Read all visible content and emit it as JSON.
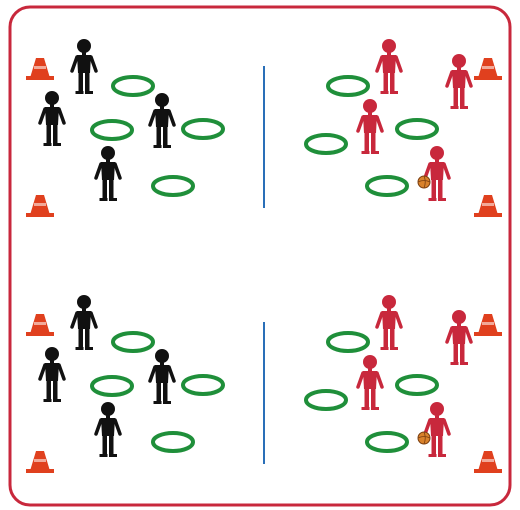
{
  "colors": {
    "border": "#c8283c",
    "team_black": "#111111",
    "team_red": "#c8283c",
    "hoop": "#1f8f3a",
    "cone": "#e0401e",
    "divider": "#2a6fb8",
    "ball": "#d9822b"
  },
  "panels": [
    {
      "id": "top-half",
      "left_team": "black",
      "right_team": "red",
      "ball_holder": "right-team-player-4"
    },
    {
      "id": "bottom-half",
      "left_team": "black",
      "right_team": "red",
      "ball_holder": "right-team-player-4"
    }
  ],
  "counts_per_half": {
    "players_per_team": 4,
    "hoops_per_side": 4,
    "cones_per_side": 2,
    "balls": 1
  },
  "icons": [
    "cone-icon",
    "hoop-icon",
    "player-icon",
    "ball-icon",
    "divider-line"
  ]
}
